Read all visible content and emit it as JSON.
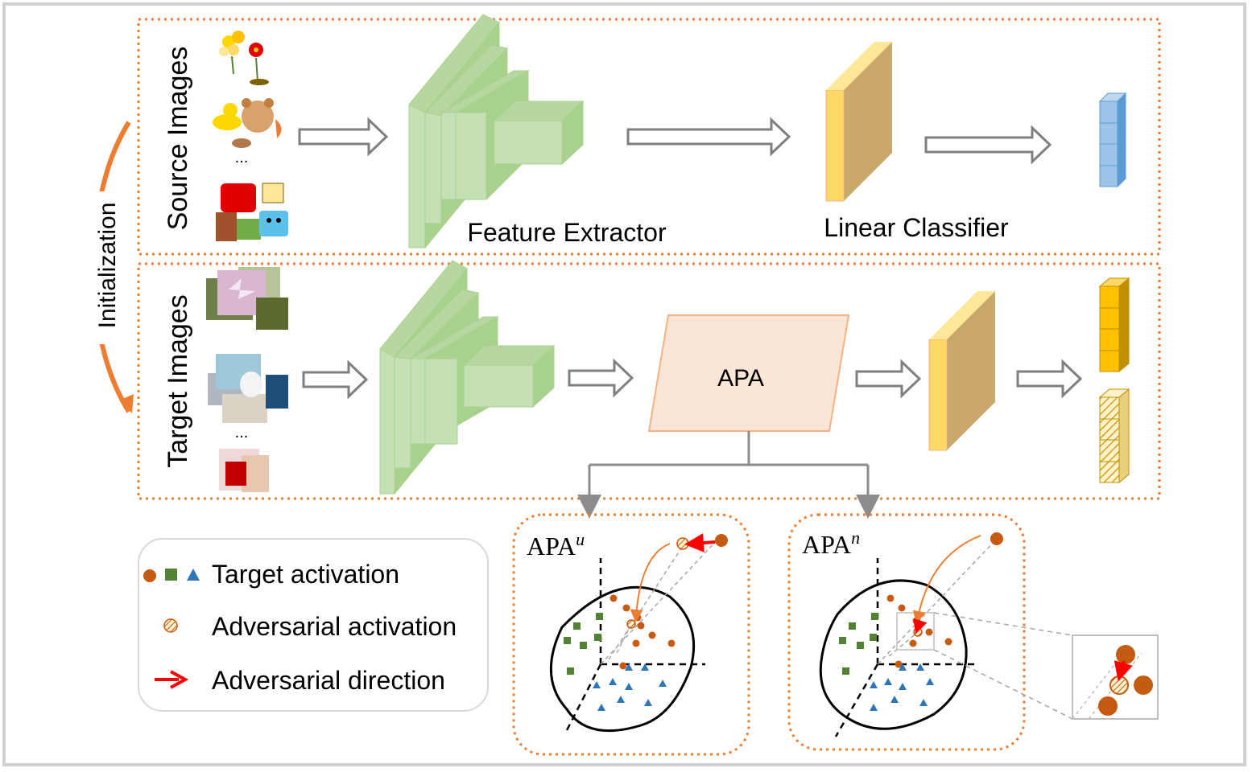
{
  "labels": {
    "source_images": "Source Images",
    "target_images": "Target Images",
    "initialization": "Initialization",
    "feature_extractor": "Feature Extractor",
    "linear_classifier": "Linear Classifier",
    "apa": "APA",
    "apa_u_base": "APA",
    "apa_u_sup": "u",
    "apa_n_base": "APA",
    "apa_n_sup": "n",
    "ellipsis_source": "...",
    "ellipsis_target": "..."
  },
  "legend": {
    "target_activation": "Target activation",
    "adversarial_activation": "Adversarial activation",
    "adversarial_direction": "Adversarial direction"
  },
  "colors": {
    "orange_dot": "#c55a11",
    "green_square": "#548235",
    "blue_triangle": "#2e75b6",
    "red_arrow": "#ff0000",
    "box_border": "#ed7d31",
    "feature_green": "#c5e0b4",
    "classifier_gold": "#ffd966",
    "apa_fill": "#fbe5d6",
    "output_blue": "#9dc3e6",
    "output_gold": "#ffc000"
  }
}
